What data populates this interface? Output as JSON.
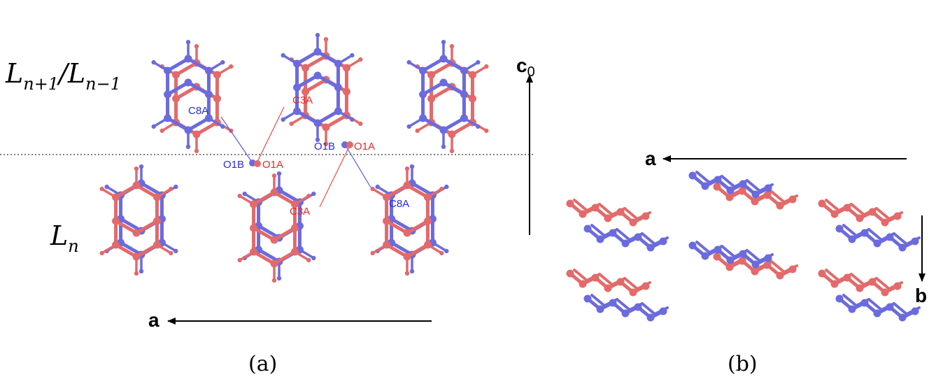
{
  "colors": {
    "red": "#e36a6a",
    "blue": "#6b6bde",
    "red_text": "#e32a2a",
    "blue_text": "#2a2ae0",
    "axis": "#000000"
  },
  "panel_a": {
    "label": "(a)",
    "layer_upper": {
      "main": "L",
      "sub1": "n+1",
      "sep": "/",
      "main2": "L",
      "sub2": "n−1"
    },
    "layer_lower": {
      "main": "L",
      "sub": "n"
    },
    "axis_c": {
      "main": "c",
      "sub": "0"
    },
    "axis_a": "a",
    "atom_labels": {
      "c8a_top": "C8A",
      "c3a_top": "C3A",
      "o1b_left": "O1B",
      "o1a_left": "O1A",
      "o1b_right": "O1B",
      "o1a_right": "O1A",
      "c3a_bottom": "C3A",
      "c8a_bottom": "C8A"
    }
  },
  "panel_b": {
    "label": "(b)",
    "axis_a": "a",
    "axis_b": "b"
  }
}
